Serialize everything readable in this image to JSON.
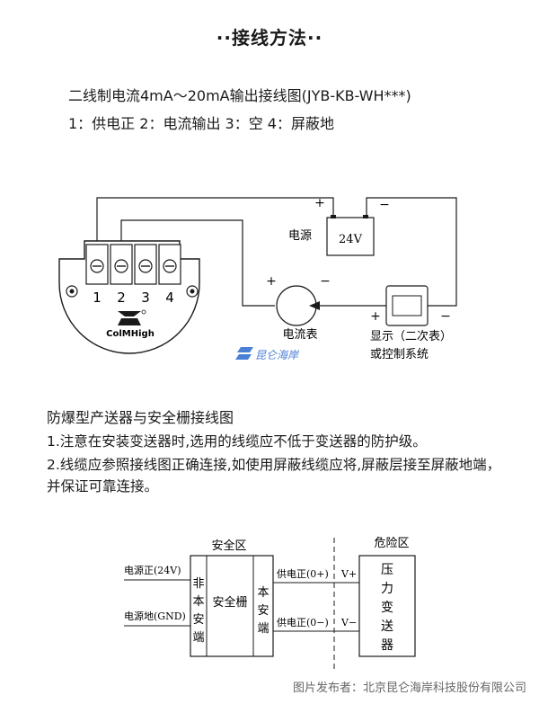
{
  "header": {
    "title": "··接线方法··"
  },
  "two_wire": {
    "title": "二线制电流4mA～20mA输出接线图(JYB-KB-WH***)",
    "terminal_legend": "1：供电正  2：电流输出  3：空  4：屏蔽地",
    "terminal_numbers": [
      "1",
      "2",
      "3",
      "4"
    ],
    "brand": "ColMHigh",
    "power_label": "电源",
    "power_value": "24V",
    "plus": "+",
    "minus": "−",
    "ammeter_label": "电流表",
    "display_label_1": "显示（二次表）",
    "display_label_2": "或控制系统",
    "watermark": "昆仑海岸"
  },
  "ex_section": {
    "title": "防爆型产送器与安全栅接线图",
    "note_1": "1.注意在安装变送器时,选用的线缆应不低于变送器的防护级。",
    "note_2": "2.线缆应参照接线图正确连接,如使用屏蔽线缆应将,屏蔽层接至屏蔽地端，并保证可靠连接。",
    "safe_zone": "安全区",
    "hazard_zone": "危险区",
    "power_pos": "电源正(24V)",
    "power_gnd": "电源地(GND)",
    "non_safe_chars": [
      "非",
      "本",
      "安",
      "端"
    ],
    "barrier": "安全栅",
    "safe_chars": [
      "本",
      "安",
      "端"
    ],
    "supply_pos_1": "供电正(0+)",
    "supply_pos_2": "供电正(0−)",
    "v_plus": "V+",
    "v_minus": "V−",
    "transmitter_chars": [
      "压",
      "力",
      "变",
      "送",
      "器"
    ]
  },
  "footer": {
    "credit": "图片发布者：北京昆仑海岸科技股份有限公司"
  }
}
